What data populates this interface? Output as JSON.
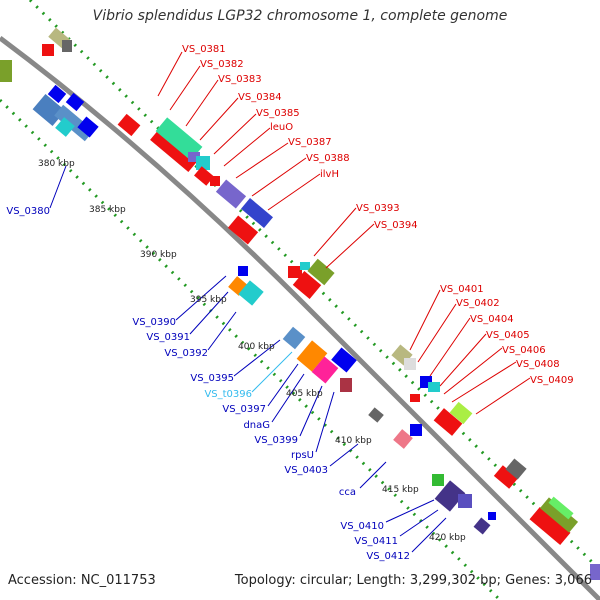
{
  "title": "Vibrio splendidus LGP32 chromosome 1, complete genome",
  "footer": {
    "accession": "Accession: NC_011753",
    "summary": "Topology: circular; Length: 3,299,302 bp; Genes: 3,066"
  },
  "colors": {
    "forward_label": "#dd0000",
    "reverse_label": "#0000bb",
    "rna_label": "#33bbee",
    "backbone": "#888888",
    "tick_dots": "#229922"
  },
  "ticks": [
    "380 kbp",
    "385 kbp",
    "390 kbp",
    "395 kbp",
    "400 kbp",
    "405 kbp",
    "410 kbp",
    "415 kbp",
    "420 kbp"
  ],
  "forward_genes": [
    "VS_0381",
    "VS_0382",
    "VS_0383",
    "VS_0384",
    "VS_0385",
    "leuO",
    "VS_0387",
    "VS_0388",
    "ilvH",
    "VS_0393",
    "VS_0394",
    "VS_0401",
    "VS_0402",
    "VS_0404",
    "VS_0405",
    "VS_0406",
    "VS_0408",
    "VS_0409"
  ],
  "reverse_genes": [
    "VS_0380",
    "VS_0390",
    "VS_0391",
    "VS_0392",
    "VS_0395",
    "VS_t0396",
    "VS_0397",
    "dnaG",
    "VS_0399",
    "rpsU",
    "VS_0403",
    "cca",
    "VS_0410",
    "VS_0411",
    "VS_0412"
  ]
}
